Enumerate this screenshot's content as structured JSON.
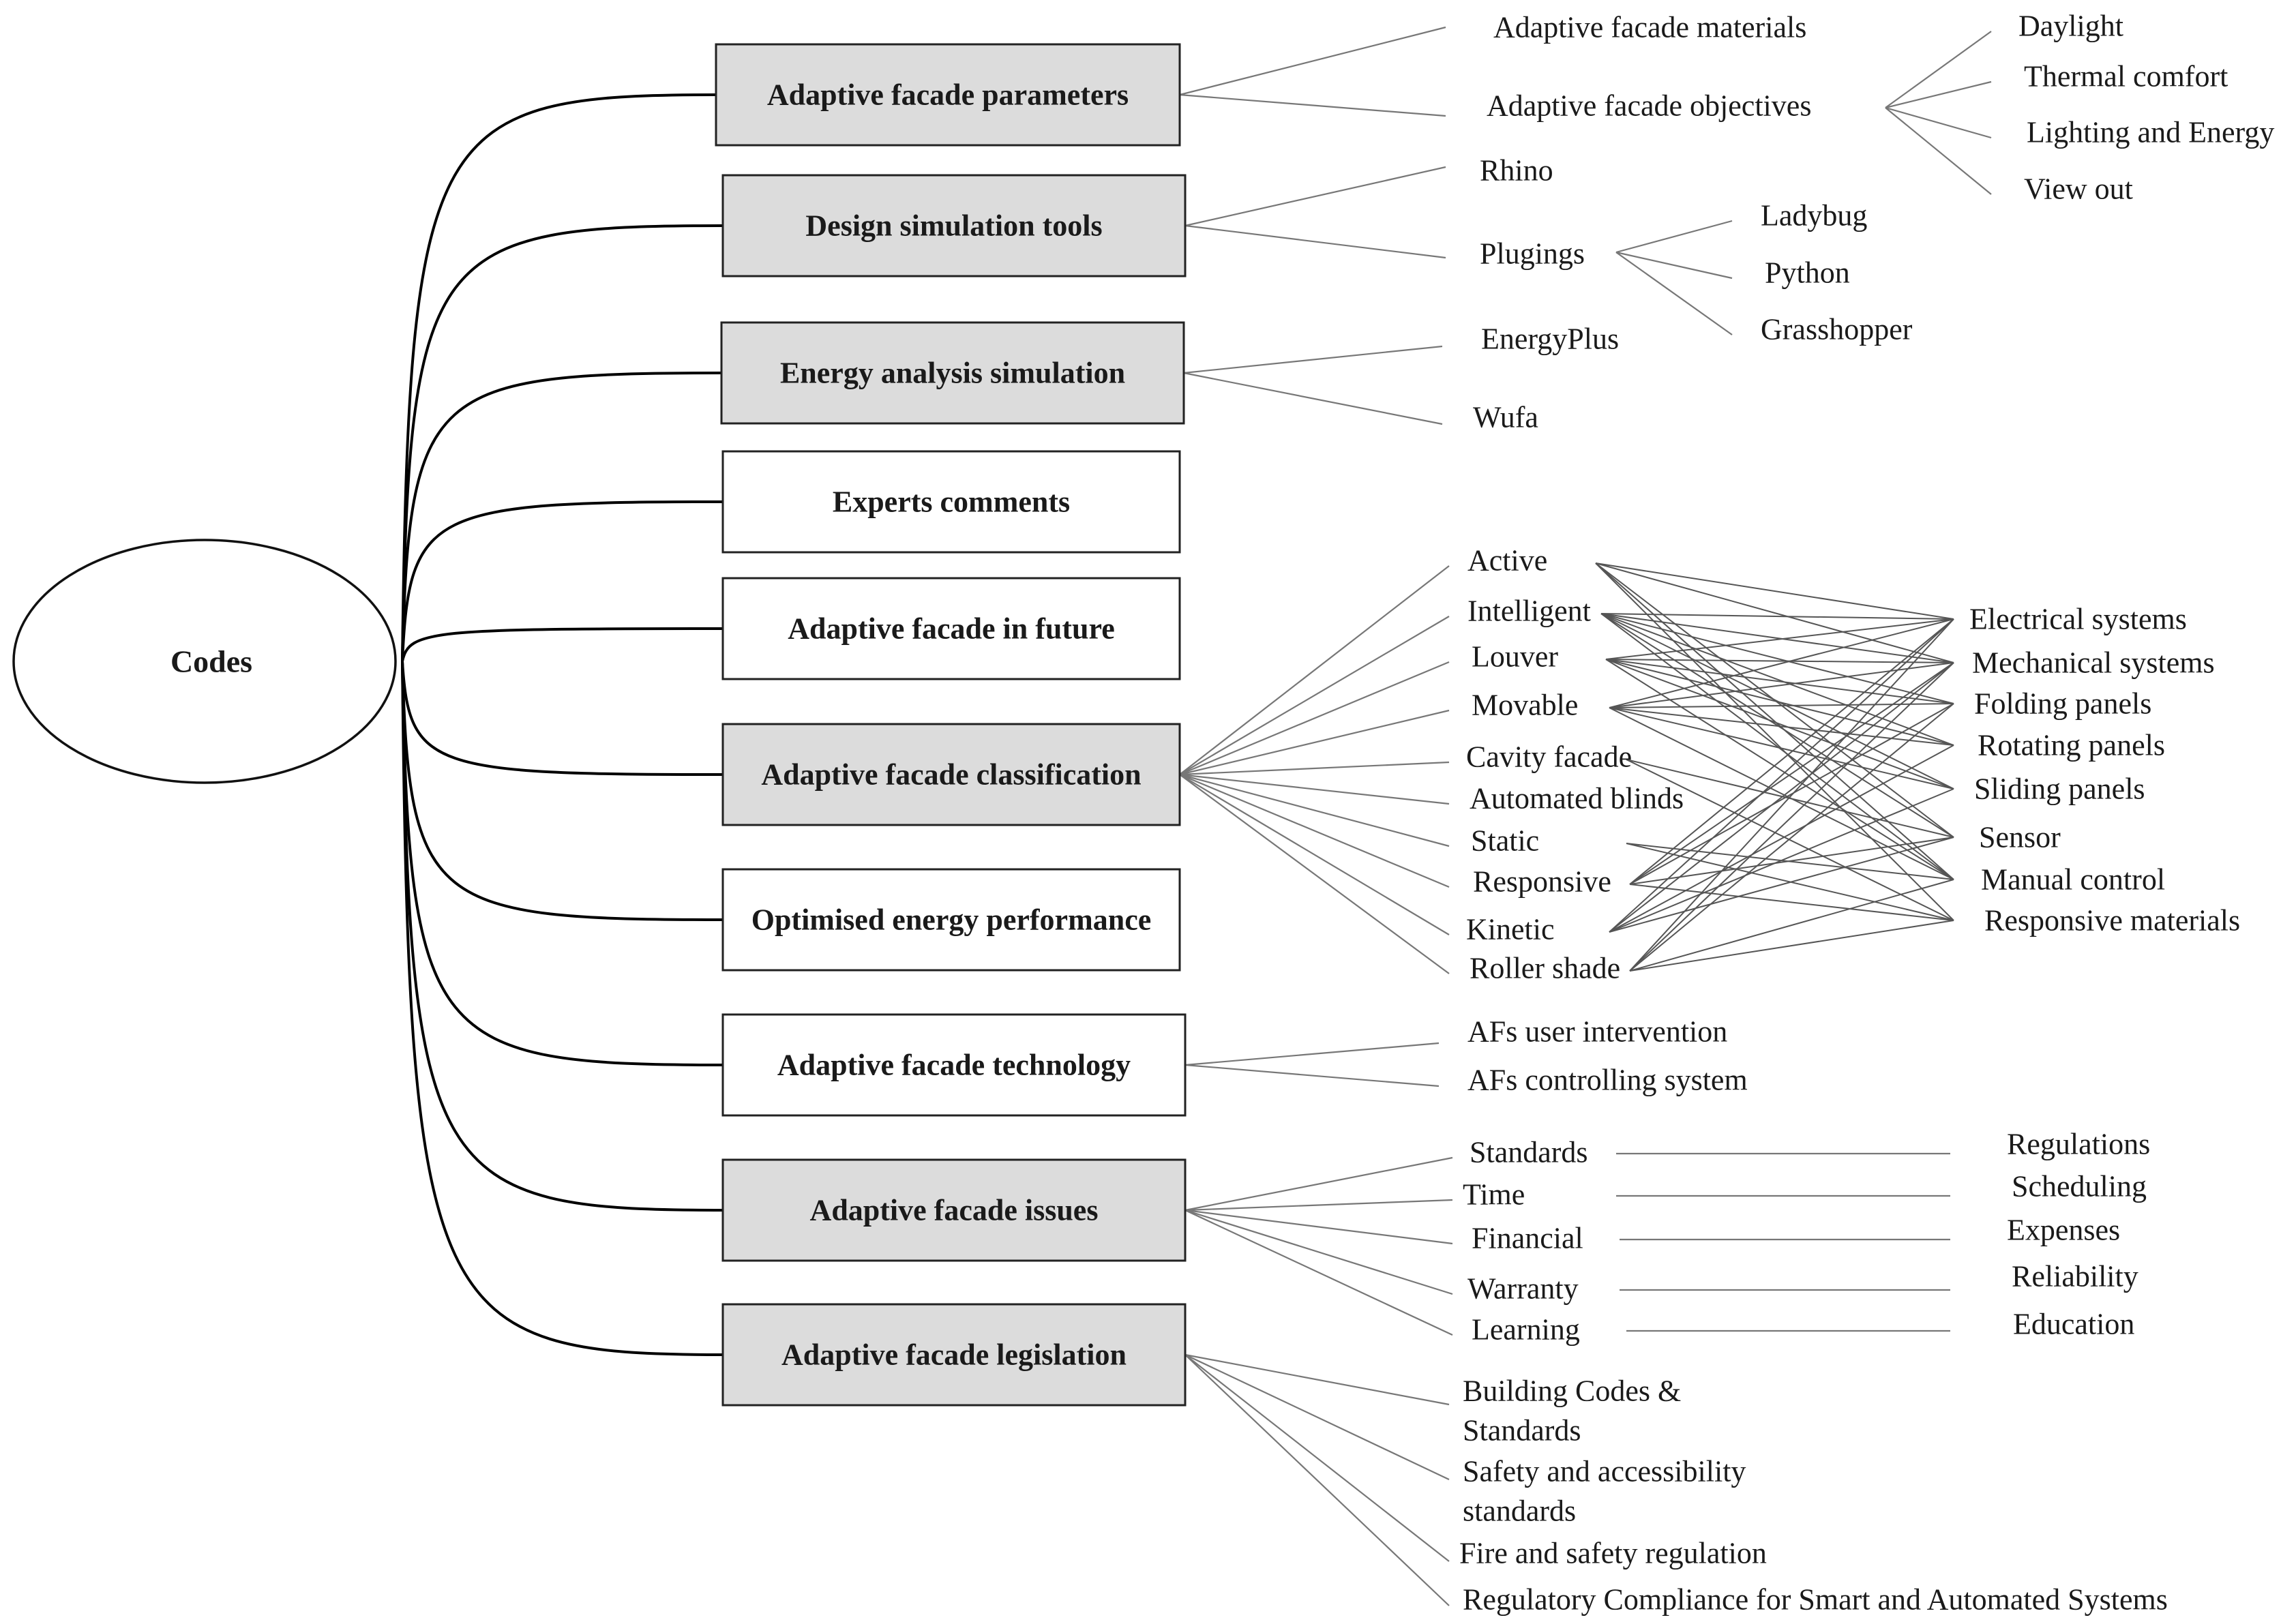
{
  "root": {
    "label": "Codes"
  },
  "categories": [
    {
      "label": "Adaptive facade parameters",
      "shaded": true,
      "children": [
        {
          "label": "Adaptive facade materials"
        },
        {
          "label": "Adaptive facade objectives",
          "children": [
            "Daylight",
            "Thermal comfort",
            "Lighting and Energy",
            "View out"
          ]
        }
      ]
    },
    {
      "label": "Design simulation tools",
      "shaded": true,
      "children": [
        {
          "label": "Rhino"
        },
        {
          "label": "Plugings",
          "children": [
            "Ladybug",
            "Python",
            "Grasshopper"
          ]
        }
      ]
    },
    {
      "label": "Energy analysis simulation",
      "shaded": true,
      "children": [
        {
          "label": "EnergyPlus"
        },
        {
          "label": "Wufa"
        }
      ]
    },
    {
      "label": "Experts comments",
      "shaded": false,
      "children": []
    },
    {
      "label": "Adaptive facade in future",
      "shaded": false,
      "children": []
    },
    {
      "label": "Adaptive facade classification",
      "shaded": true,
      "children": [
        {
          "label": "Active"
        },
        {
          "label": "Intelligent"
        },
        {
          "label": "Louver"
        },
        {
          "label": "Movable"
        },
        {
          "label": "Cavity facade"
        },
        {
          "label": "Automated blinds"
        },
        {
          "label": "Static"
        },
        {
          "label": "Responsive"
        },
        {
          "label": "Kinetic"
        },
        {
          "label": "Roller shade"
        }
      ],
      "mechanisms": [
        "Electrical systems",
        "Mechanical systems",
        "Folding panels",
        "Rotating panels",
        "Sliding panels",
        "Sensor",
        "Manual control",
        "Responsive materials"
      ]
    },
    {
      "label": "Optimised energy performance",
      "shaded": false,
      "children": []
    },
    {
      "label": "Adaptive facade technology",
      "shaded": false,
      "children": [
        {
          "label": "AFs user intervention"
        },
        {
          "label": "AFs controlling system"
        }
      ]
    },
    {
      "label": "Adaptive facade issues",
      "shaded": true,
      "children": [
        {
          "label": "Standards",
          "pair": "Regulations"
        },
        {
          "label": "Time",
          "pair": "Scheduling"
        },
        {
          "label": "Financial",
          "pair": "Expenses"
        },
        {
          "label": "Warranty",
          "pair": "Reliability"
        },
        {
          "label": "Learning",
          "pair": "Education"
        }
      ]
    },
    {
      "label": "Adaptive facade legislation",
      "shaded": true,
      "children": [
        {
          "label": "Building Codes & Standards",
          "lines": [
            "Building Codes &",
            "Standards"
          ]
        },
        {
          "label": "Safety and accessibility standards",
          "lines": [
            "Safety and accessibility",
            "standards"
          ]
        },
        {
          "label": "Fire and safety regulation",
          "lines": [
            "Fire and safety regulation"
          ]
        },
        {
          "label": "Regulatory Compliance for Smart and Automated Systems",
          "lines": [
            "Regulatory Compliance for Smart and Automated Systems"
          ]
        }
      ]
    }
  ]
}
